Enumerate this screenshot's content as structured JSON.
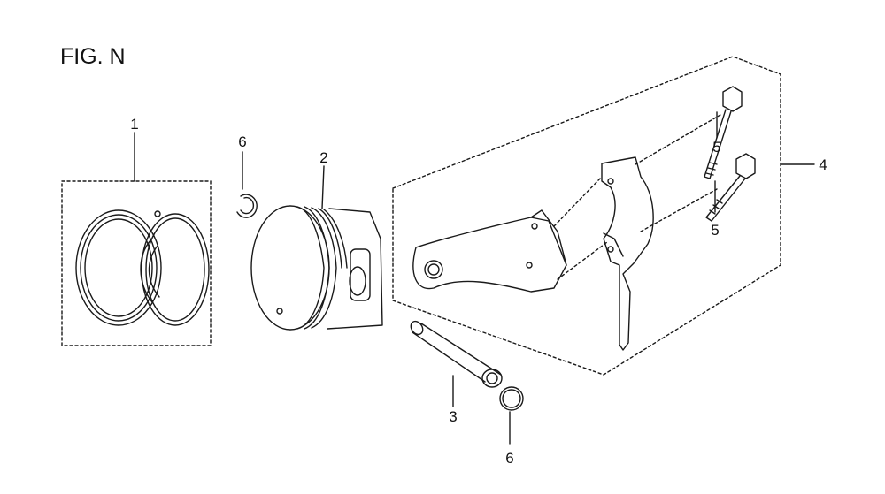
{
  "figure": {
    "title": "FIG. N"
  },
  "callouts": {
    "piston_ring_set": "1",
    "piston": "2",
    "piston_pin": "3",
    "connecting_rod_assy": "4",
    "rod_bolt_upper": "5",
    "rod_bolt_lower": "5",
    "pin_clip_left": "6",
    "pin_clip_lower": "6"
  },
  "colors": {
    "line": "#1a1a1a",
    "background": "#ffffff"
  }
}
